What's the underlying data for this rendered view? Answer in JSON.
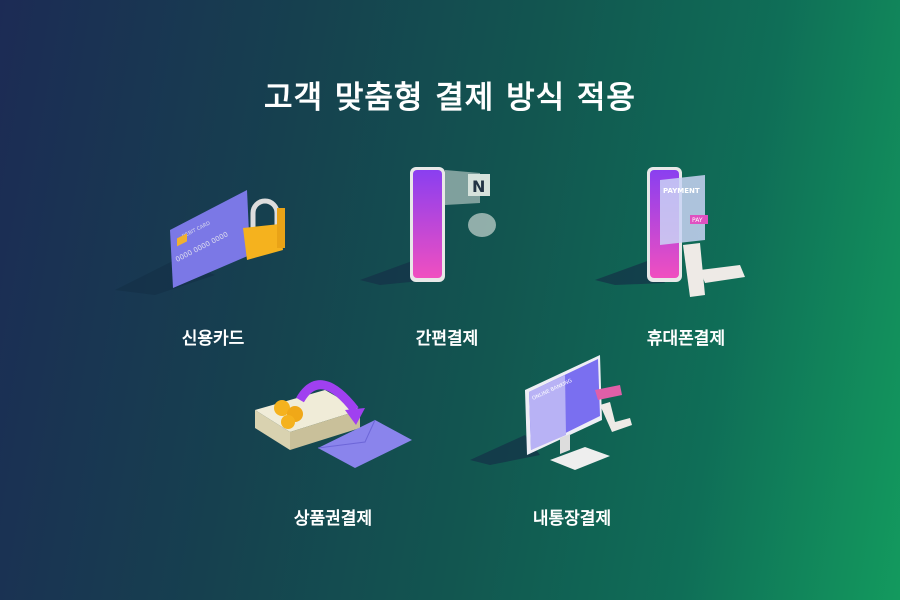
{
  "title": "고객 맞춤형 결제 방식 적용",
  "methods": [
    {
      "label": "신용카드",
      "icon": "credit-card-lock-icon",
      "card_text": "DEBIT CARD",
      "card_number": "0000 0000 0000"
    },
    {
      "label": "간편결제",
      "icon": "smartphone-naver-pay-icon",
      "badge": "N"
    },
    {
      "label": "휴대폰결제",
      "icon": "mobile-payment-receipt-icon",
      "screen_title": "PAYMENT",
      "button": "PAY"
    },
    {
      "label": "상품권결제",
      "icon": "gift-voucher-money-envelope-icon"
    },
    {
      "label": "내통장결제",
      "icon": "online-banking-monitor-icon",
      "screen_title": "ONLINE BANKING"
    }
  ],
  "colors": {
    "bg_left": "#1c2b55",
    "bg_right": "#139a5e",
    "accent": "#a040f0"
  }
}
